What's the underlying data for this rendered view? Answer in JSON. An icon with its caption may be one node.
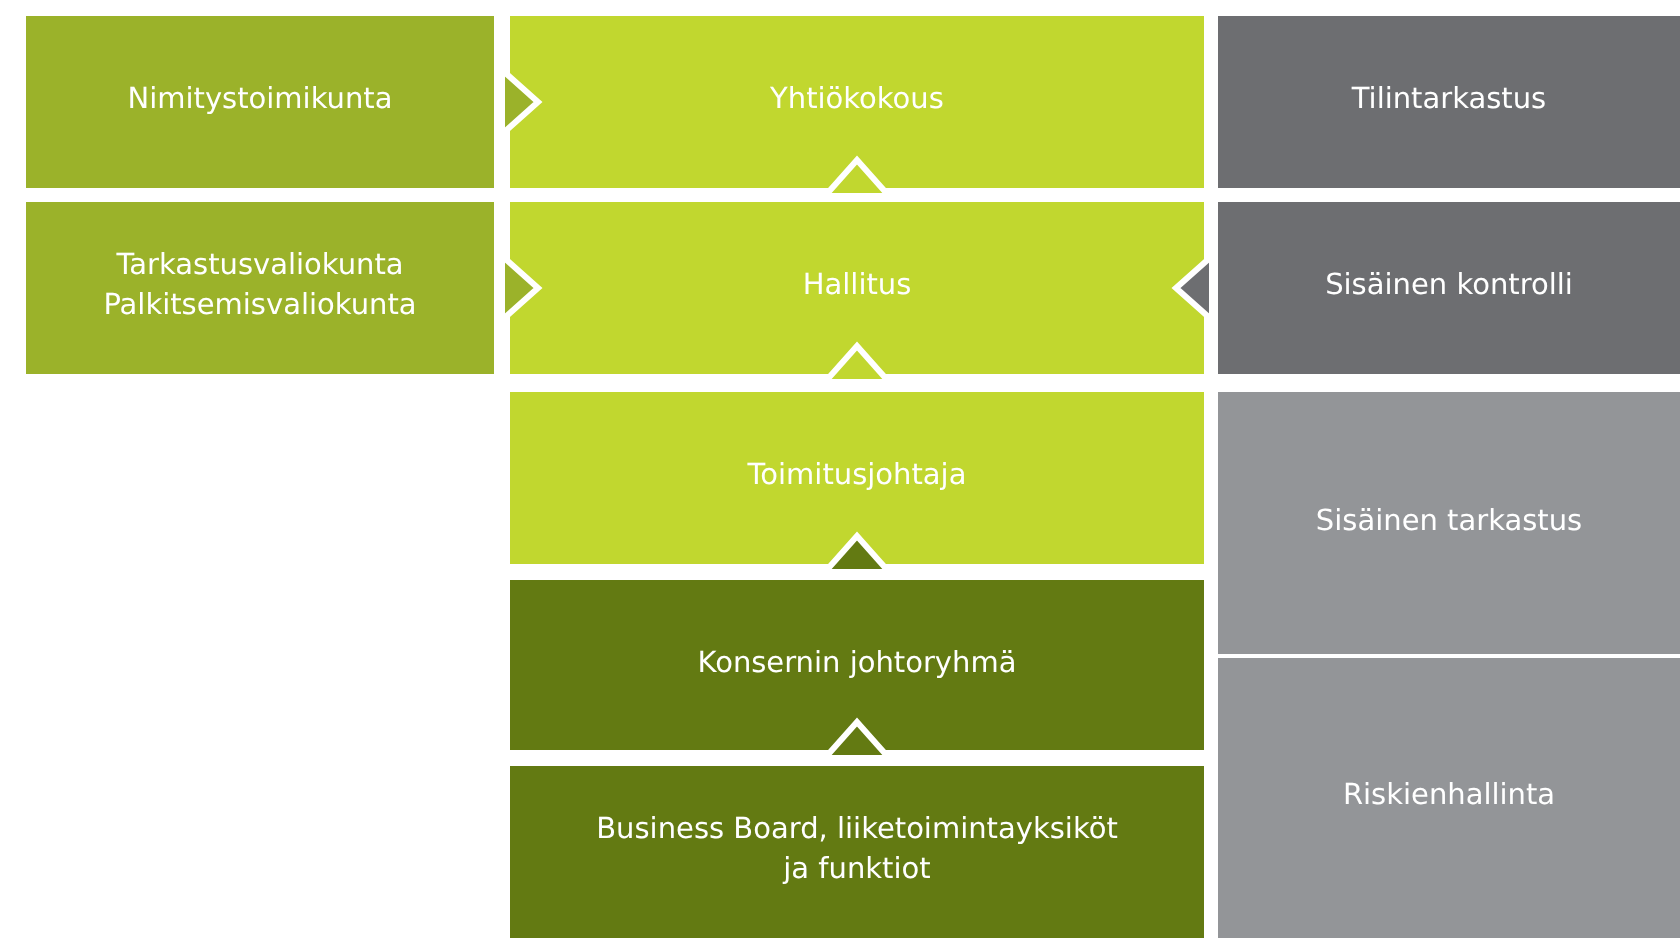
{
  "diagram": {
    "nodes": [
      {
        "text": [
          "Nimitystoimikunta"
        ]
      },
      {
        "text": [
          "Yhtiökokous"
        ]
      },
      {
        "text": [
          "Tilintarkastus"
        ]
      },
      {
        "text": [
          "Tarkastusvaliokunta",
          "Palkitsemisvaliokunta"
        ]
      },
      {
        "text": [
          "Hallitus"
        ]
      },
      {
        "text": [
          "Sisäinen kontrolli"
        ]
      },
      {
        "text": [
          "Toimitusjohtaja"
        ]
      },
      {
        "text": [
          "Sisäinen tarkastus"
        ]
      },
      {
        "text": [
          "Konsernin johtoryhmä"
        ]
      },
      {
        "text": [
          "Riskienhallinta"
        ]
      },
      {
        "text": [
          "Business Board, liiketoimintayksiköt ja funktiot"
        ]
      }
    ],
    "edges": [
      {
        "from": 0,
        "to": 1,
        "arrow": "to"
      },
      {
        "from": 3,
        "to": 4,
        "arrow": "to"
      },
      {
        "from": 5,
        "to": 4,
        "arrow": "to"
      },
      {
        "from": 4,
        "to": 1,
        "arrow": "to"
      },
      {
        "from": 6,
        "to": 4,
        "arrow": "to"
      },
      {
        "from": 8,
        "to": 6,
        "arrow": "to"
      },
      {
        "from": 10,
        "to": 8,
        "arrow": "to"
      }
    ]
  }
}
